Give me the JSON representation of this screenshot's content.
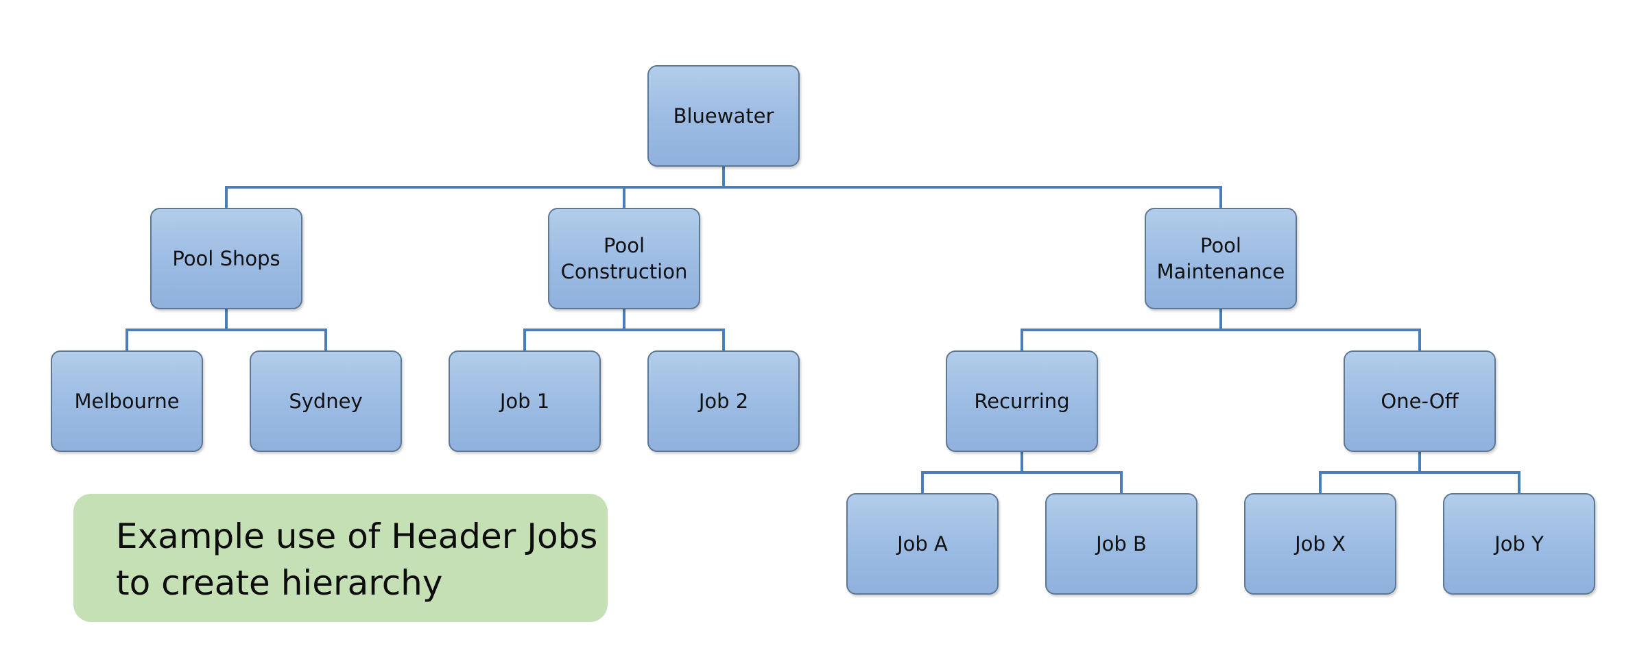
{
  "nodes": {
    "bluewater": "Bluewater",
    "pool_shops": "Pool Shops",
    "pool_construction": "Pool\nConstruction",
    "pool_maintenance": "Pool\nMaintenance",
    "melbourne": "Melbourne",
    "sydney": "Sydney",
    "job_1": "Job 1",
    "job_2": "Job 2",
    "recurring": "Recurring",
    "one_off": "One-Off",
    "job_a": "Job A",
    "job_b": "Job B",
    "job_x": "Job X",
    "job_y": "Job Y"
  },
  "edges": [
    [
      "bluewater",
      "pool_shops"
    ],
    [
      "bluewater",
      "pool_construction"
    ],
    [
      "bluewater",
      "pool_maintenance"
    ],
    [
      "pool_shops",
      "melbourne"
    ],
    [
      "pool_shops",
      "sydney"
    ],
    [
      "pool_construction",
      "job_1"
    ],
    [
      "pool_construction",
      "job_2"
    ],
    [
      "pool_maintenance",
      "recurring"
    ],
    [
      "pool_maintenance",
      "one_off"
    ],
    [
      "recurring",
      "job_a"
    ],
    [
      "recurring",
      "job_b"
    ],
    [
      "one_off",
      "job_x"
    ],
    [
      "one_off",
      "job_y"
    ]
  ],
  "note": {
    "text": "Example use of Header Jobs\nto create hierarchy"
  },
  "colors": {
    "connector": "#4a7eb8",
    "node_border": "#5c7892",
    "node_fill_top": "#b3cdea",
    "node_fill_bottom": "#8fb1dc",
    "note_fill": "#c5e0b4"
  }
}
